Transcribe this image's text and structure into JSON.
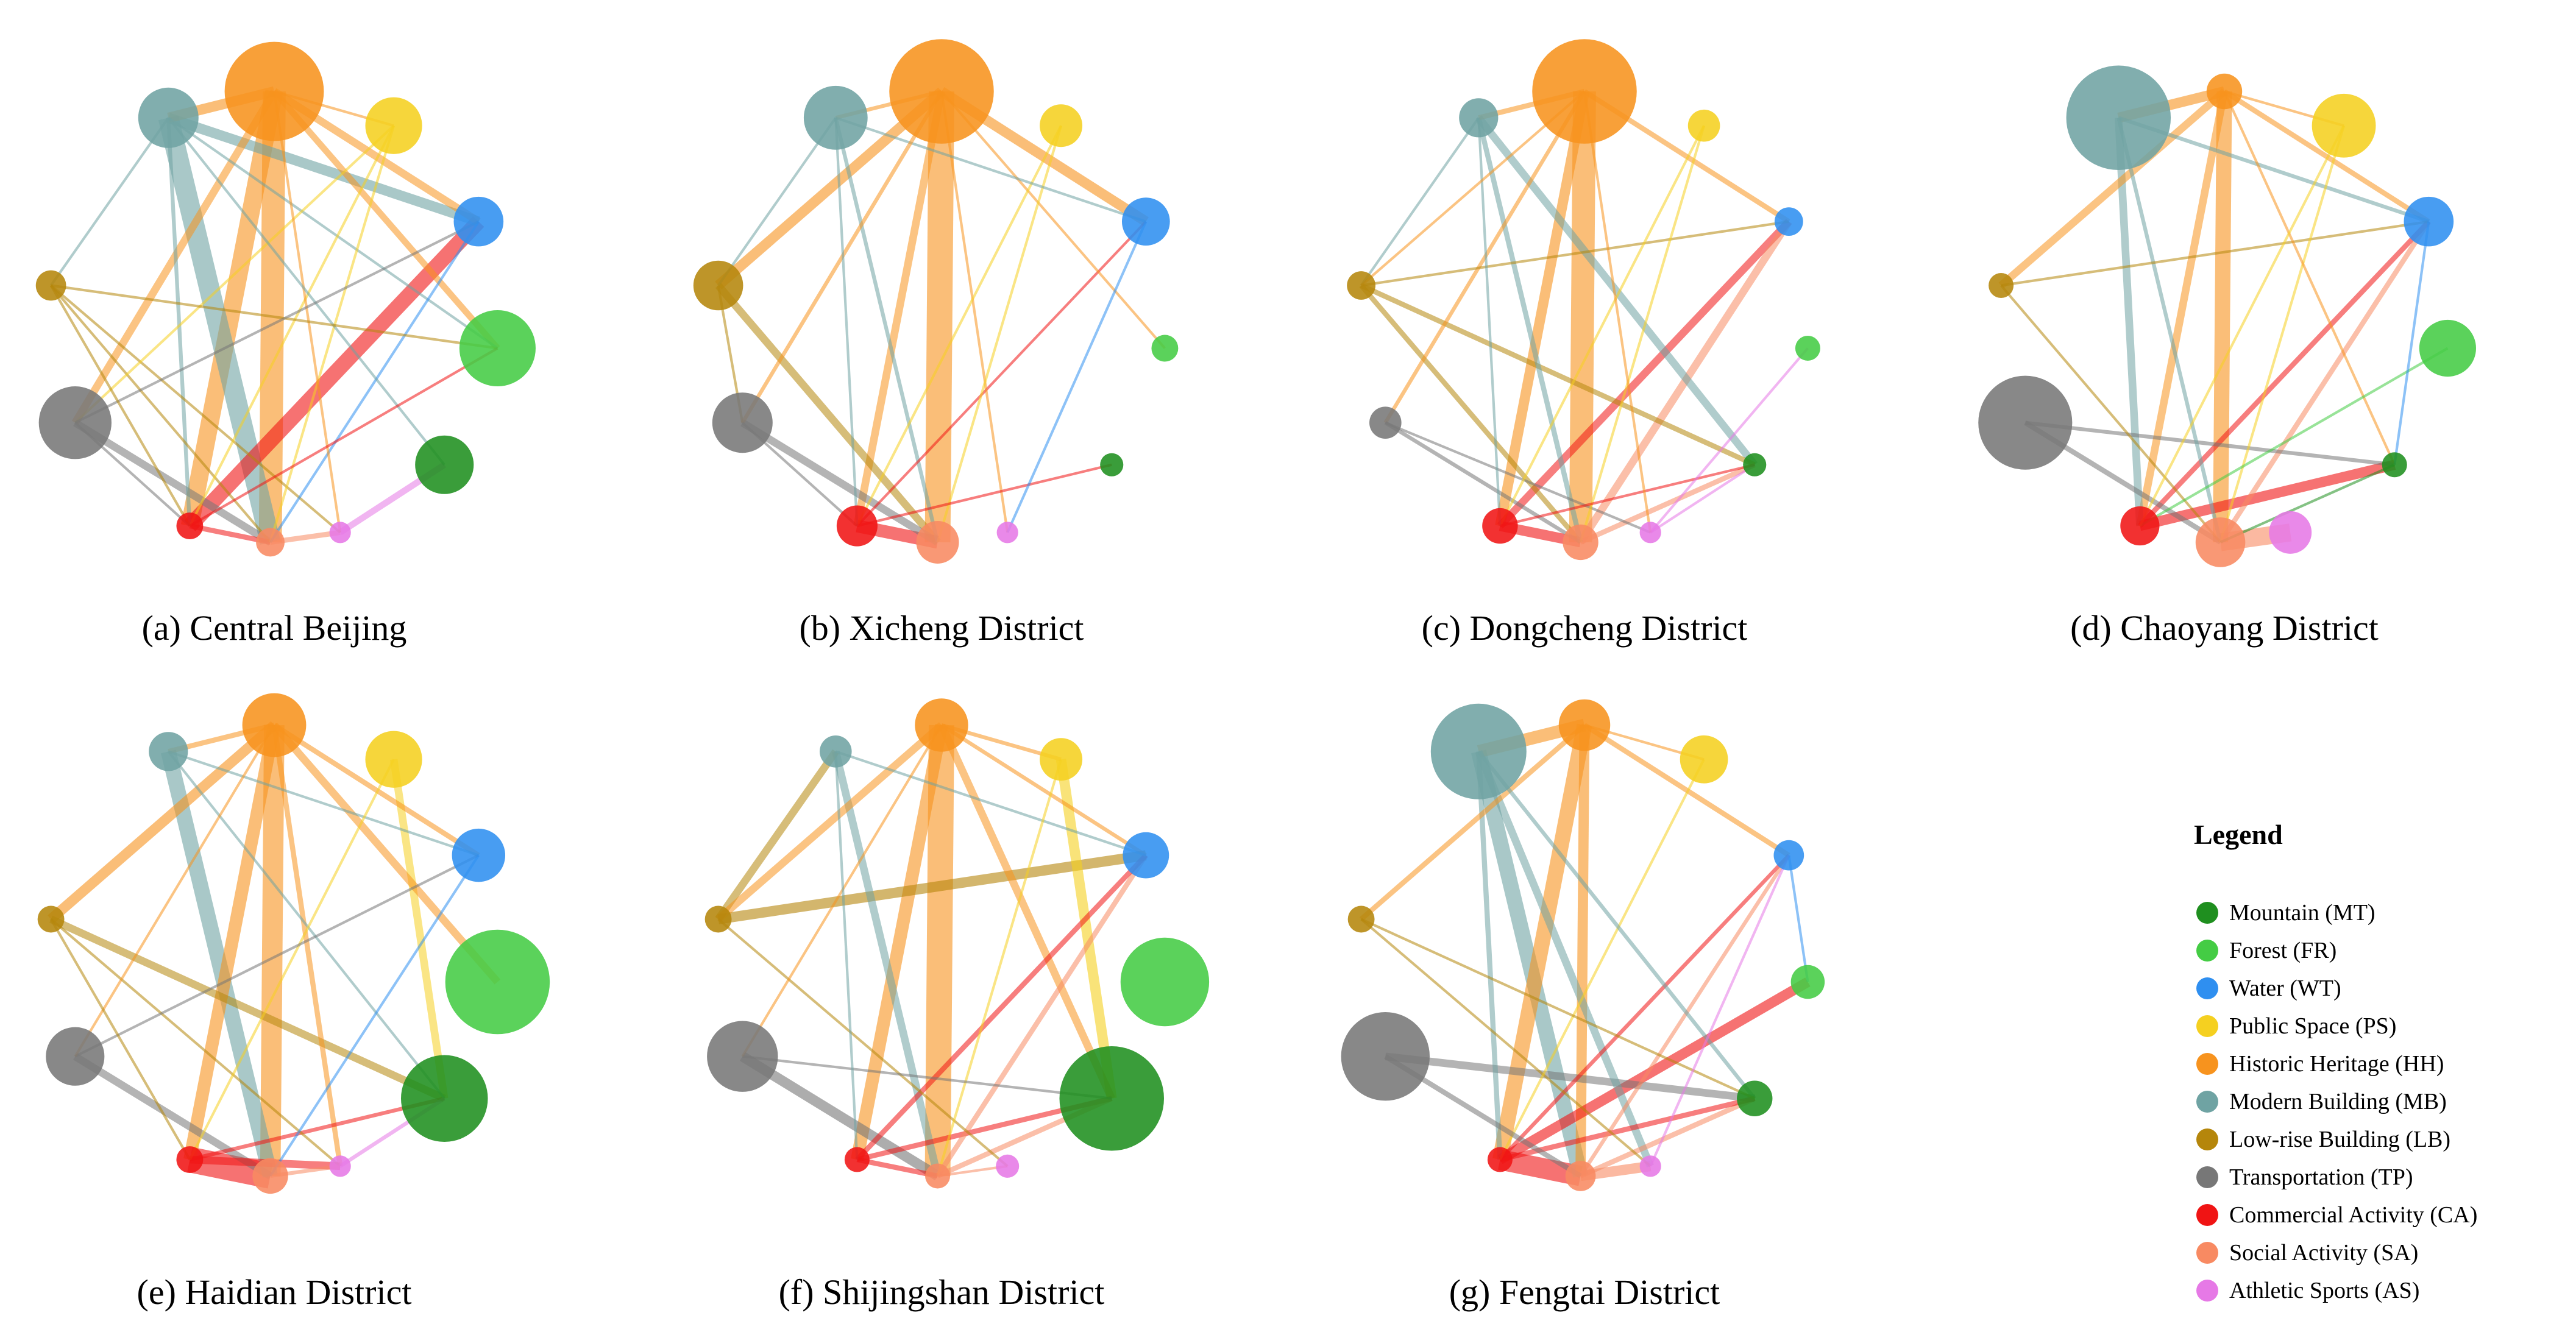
{
  "categories": [
    {
      "code": "MT",
      "label": "Mountain (MT)",
      "color": "#1f8f1f"
    },
    {
      "code": "FR",
      "label": "Forest (FR)",
      "color": "#44cc44"
    },
    {
      "code": "WT",
      "label": "Water (WT)",
      "color": "#2f8ff0"
    },
    {
      "code": "PS",
      "label": "Public Space (PS)",
      "color": "#f5d020"
    },
    {
      "code": "HH",
      "label": "Historic Heritage (HH)",
      "color": "#f7931e"
    },
    {
      "code": "MB",
      "label": "Modern Building (MB)",
      "color": "#6fa3a3"
    },
    {
      "code": "LB",
      "label": "Low-rise Building (LB)",
      "color": "#b5860b"
    },
    {
      "code": "TP",
      "label": "Transportation (TP)",
      "color": "#777777"
    },
    {
      "code": "CA",
      "label": "Commercial Activity (CA)",
      "color": "#f01414"
    },
    {
      "code": "SA",
      "label": "Social Activity (SA)",
      "color": "#f88a62"
    },
    {
      "code": "AS",
      "label": "Athletic Sports (AS)",
      "color": "#e679e6"
    }
  ],
  "legend": {
    "title": "Legend"
  },
  "panels": [
    {
      "caption": "(a) Central Beijing",
      "node_sizes": {
        "HH": 5.2,
        "PS": 2.8,
        "WT": 2.4,
        "FR": 3.9,
        "MT": 2.9,
        "AS": 0.8,
        "SA": 1.2,
        "CA": 1.1,
        "TP": 3.7,
        "LB": 1.3,
        "MB": 3.0
      },
      "edges": [
        [
          "HH",
          "SA",
          9
        ],
        [
          "HH",
          "CA",
          7
        ],
        [
          "MB",
          "SA",
          8
        ],
        [
          "CA",
          "WT",
          6
        ],
        [
          "MB",
          "WT",
          4
        ],
        [
          "HH",
          "MB",
          4
        ],
        [
          "HH",
          "WT",
          3
        ],
        [
          "HH",
          "FR",
          2.5
        ],
        [
          "HH",
          "TP",
          3
        ],
        [
          "TP",
          "SA",
          3
        ],
        [
          "CA",
          "SA",
          2
        ],
        [
          "SA",
          "AS",
          2
        ],
        [
          "AS",
          "MT",
          2.5
        ],
        [
          "MB",
          "LB",
          1
        ],
        [
          "MB",
          "CA",
          1.5
        ],
        [
          "MB",
          "FR",
          1
        ],
        [
          "LB",
          "SA",
          1
        ],
        [
          "LB",
          "AS",
          1
        ],
        [
          "HH",
          "PS",
          1
        ],
        [
          "PS",
          "CA",
          1
        ],
        [
          "PS",
          "SA",
          1
        ],
        [
          "PS",
          "TP",
          1
        ],
        [
          "WT",
          "SA",
          1
        ],
        [
          "HH",
          "AS",
          1
        ],
        [
          "MB",
          "MT",
          1
        ],
        [
          "LB",
          "FR",
          1
        ],
        [
          "TP",
          "WT",
          1
        ],
        [
          "CA",
          "FR",
          1
        ],
        [
          "LB",
          "CA",
          1
        ],
        [
          "TP",
          "CA",
          1
        ]
      ]
    },
    {
      "caption": "(b) Xicheng District",
      "node_sizes": {
        "HH": 5.5,
        "PS": 2.0,
        "WT": 2.3,
        "FR": 1.1,
        "MT": 0.9,
        "AS": 0.8,
        "SA": 2.0,
        "CA": 1.9,
        "TP": 3.0,
        "LB": 2.4,
        "MB": 3.2
      },
      "edges": [
        [
          "HH",
          "SA",
          10
        ],
        [
          "HH",
          "WT",
          4
        ],
        [
          "CA",
          "SA",
          5
        ],
        [
          "HH",
          "LB",
          4
        ],
        [
          "HH",
          "CA",
          3
        ],
        [
          "LB",
          "SA",
          3
        ],
        [
          "TP",
          "SA",
          3
        ],
        [
          "MB",
          "SA",
          1.5
        ],
        [
          "HH",
          "MB",
          1.5
        ],
        [
          "CA",
          "WT",
          1
        ],
        [
          "HH",
          "FR",
          1
        ],
        [
          "HH",
          "AS",
          1
        ],
        [
          "PS",
          "CA",
          1
        ],
        [
          "PS",
          "SA",
          1
        ],
        [
          "CA",
          "MT",
          1
        ],
        [
          "WT",
          "AS",
          1
        ],
        [
          "MB",
          "WT",
          1
        ],
        [
          "MB",
          "LB",
          1
        ],
        [
          "LB",
          "TP",
          1
        ],
        [
          "HH",
          "TP",
          1.5
        ],
        [
          "MB",
          "CA",
          1
        ],
        [
          "TP",
          "CA",
          1
        ]
      ]
    },
    {
      "caption": "(c) Dongcheng District",
      "node_sizes": {
        "HH": 5.5,
        "PS": 1.4,
        "WT": 1.2,
        "FR": 1.0,
        "MT": 0.9,
        "AS": 0.8,
        "SA": 1.6,
        "CA": 1.6,
        "TP": 1.4,
        "LB": 1.2,
        "MB": 1.8
      },
      "edges": [
        [
          "HH",
          "SA",
          9
        ],
        [
          "HH",
          "CA",
          4
        ],
        [
          "CA",
          "SA",
          4
        ],
        [
          "CA",
          "WT",
          3
        ],
        [
          "SA",
          "WT",
          3
        ],
        [
          "MB",
          "MT",
          3
        ],
        [
          "LB",
          "MT",
          2
        ],
        [
          "SA",
          "MT",
          2
        ],
        [
          "LB",
          "SA",
          2
        ],
        [
          "MB",
          "SA",
          2
        ],
        [
          "HH",
          "MB",
          2
        ],
        [
          "HH",
          "WT",
          2
        ],
        [
          "HH",
          "TP",
          1.5
        ],
        [
          "TP",
          "SA",
          1.5
        ],
        [
          "TP",
          "AS",
          1
        ],
        [
          "AS",
          "MT",
          1
        ],
        [
          "LB",
          "WT",
          1
        ],
        [
          "PS",
          "CA",
          1
        ],
        [
          "PS",
          "SA",
          1
        ],
        [
          "MB",
          "CA",
          1
        ],
        [
          "CA",
          "MT",
          1
        ],
        [
          "MB",
          "LB",
          1
        ],
        [
          "AS",
          "FR",
          1
        ],
        [
          "HH",
          "LB",
          1
        ],
        [
          "HH",
          "AS",
          1
        ]
      ]
    },
    {
      "caption": "(d) Chaoyang District",
      "node_sizes": {
        "HH": 1.6,
        "PS": 3.2,
        "WT": 2.4,
        "FR": 2.8,
        "MT": 1.0,
        "AS": 2.0,
        "SA": 2.4,
        "CA": 1.8,
        "TP": 4.9,
        "LB": 1.0,
        "MB": 5.5
      },
      "edges": [
        [
          "SA",
          "AS",
          7
        ],
        [
          "HH",
          "SA",
          6
        ],
        [
          "CA",
          "MT",
          4
        ],
        [
          "HH",
          "MB",
          4
        ],
        [
          "HH",
          "CA",
          3
        ],
        [
          "MB",
          "CA",
          3
        ],
        [
          "HH",
          "LB",
          3
        ],
        [
          "CA",
          "WT",
          2
        ],
        [
          "SA",
          "WT",
          2
        ],
        [
          "HH",
          "WT",
          2
        ],
        [
          "MB",
          "WT",
          1.5
        ],
        [
          "TP",
          "SA",
          2
        ],
        [
          "TP",
          "MT",
          1.5
        ],
        [
          "MB",
          "SA",
          1.5
        ],
        [
          "HH",
          "PS",
          1
        ],
        [
          "LB",
          "SA",
          1
        ],
        [
          "LB",
          "WT",
          1
        ],
        [
          "PS",
          "SA",
          1
        ],
        [
          "MT",
          "SA",
          1
        ],
        [
          "HH",
          "MT",
          1
        ],
        [
          "FR",
          "CA",
          1
        ],
        [
          "WT",
          "MT",
          1
        ],
        [
          "PS",
          "CA",
          1
        ]
      ]
    },
    {
      "caption": "(e) Haidian District",
      "node_sizes": {
        "HH": 3.2,
        "PS": 2.8,
        "WT": 2.6,
        "FR": 5.5,
        "MT": 4.5,
        "AS": 0.8,
        "SA": 1.6,
        "CA": 1.1,
        "TP": 2.9,
        "LB": 1.1,
        "MB": 1.8
      },
      "edges": [
        [
          "CA",
          "SA",
          10
        ],
        [
          "HH",
          "SA",
          8
        ],
        [
          "MB",
          "SA",
          6
        ],
        [
          "HH",
          "CA",
          5
        ],
        [
          "HH",
          "LB",
          4
        ],
        [
          "LB",
          "MT",
          3
        ],
        [
          "TP",
          "SA",
          3
        ],
        [
          "CA",
          "AS",
          3
        ],
        [
          "PS",
          "MT",
          3
        ],
        [
          "HH",
          "FR",
          3
        ],
        [
          "HH",
          "MB",
          2
        ],
        [
          "HH",
          "WT",
          2
        ],
        [
          "HH",
          "AS",
          2
        ],
        [
          "CA",
          "MT",
          1.5
        ],
        [
          "MB",
          "WT",
          1
        ],
        [
          "MB",
          "MT",
          1
        ],
        [
          "LB",
          "AS",
          1
        ],
        [
          "PS",
          "CA",
          1
        ],
        [
          "TP",
          "WT",
          1
        ],
        [
          "SA",
          "AS",
          1.5
        ],
        [
          "AS",
          "MT",
          1.5
        ],
        [
          "HH",
          "TP",
          1
        ],
        [
          "LB",
          "CA",
          1
        ],
        [
          "WT",
          "SA",
          1
        ]
      ]
    },
    {
      "caption": "(f) Shijingshan District",
      "node_sizes": {
        "HH": 2.6,
        "PS": 2.0,
        "WT": 2.2,
        "FR": 4.6,
        "MT": 5.5,
        "AS": 0.9,
        "SA": 1.0,
        "CA": 1.0,
        "TP": 3.6,
        "LB": 1.1,
        "MB": 1.4
      },
      "edges": [
        [
          "HH",
          "SA",
          10
        ],
        [
          "HH",
          "CA",
          5
        ],
        [
          "LB",
          "WT",
          4
        ],
        [
          "TP",
          "SA",
          4
        ],
        [
          "PS",
          "MT",
          4
        ],
        [
          "MB",
          "SA",
          3
        ],
        [
          "LB",
          "MB",
          3
        ],
        [
          "HH",
          "MT",
          3
        ],
        [
          "HH",
          "LB",
          3
        ],
        [
          "CA",
          "MT",
          2
        ],
        [
          "SA",
          "MT",
          2
        ],
        [
          "SA",
          "WT",
          2
        ],
        [
          "CA",
          "WT",
          2
        ],
        [
          "HH",
          "WT",
          1.5
        ],
        [
          "HH",
          "PS",
          1.5
        ],
        [
          "CA",
          "SA",
          2
        ],
        [
          "LB",
          "AS",
          1
        ],
        [
          "MB",
          "WT",
          1
        ],
        [
          "PS",
          "SA",
          1
        ],
        [
          "TP",
          "MT",
          1
        ],
        [
          "SA",
          "AS",
          1
        ],
        [
          "HH",
          "TP",
          1
        ],
        [
          "MB",
          "CA",
          1
        ]
      ]
    },
    {
      "caption": "(g) Fengtai District",
      "node_sizes": {
        "HH": 2.5,
        "PS": 2.3,
        "WT": 1.3,
        "FR": 1.5,
        "MT": 1.6,
        "AS": 0.8,
        "SA": 1.3,
        "CA": 1.0,
        "TP": 4.6,
        "LB": 1.1,
        "MB": 5.0
      },
      "edges": [
        [
          "CA",
          "SA",
          8
        ],
        [
          "MB",
          "SA",
          6
        ],
        [
          "HH",
          "CA",
          6
        ],
        [
          "HH",
          "MB",
          5
        ],
        [
          "HH",
          "SA",
          4
        ],
        [
          "SA",
          "AS",
          4
        ],
        [
          "CA",
          "FR",
          4
        ],
        [
          "TP",
          "MT",
          3
        ],
        [
          "MB",
          "AS",
          3
        ],
        [
          "SA",
          "MT",
          2
        ],
        [
          "CA",
          "MT",
          2
        ],
        [
          "MB",
          "CA",
          2
        ],
        [
          "HH",
          "LB",
          2
        ],
        [
          "HH",
          "WT",
          2
        ],
        [
          "CA",
          "WT",
          1.5
        ],
        [
          "SA",
          "WT",
          1.5
        ],
        [
          "LB",
          "AS",
          1
        ],
        [
          "PS",
          "CA",
          1
        ],
        [
          "MB",
          "MT",
          1.5
        ],
        [
          "TP",
          "SA",
          2
        ],
        [
          "WT",
          "FR",
          1
        ],
        [
          "LB",
          "MT",
          1
        ],
        [
          "HH",
          "PS",
          1
        ],
        [
          "AS",
          "WT",
          1
        ]
      ]
    }
  ]
}
